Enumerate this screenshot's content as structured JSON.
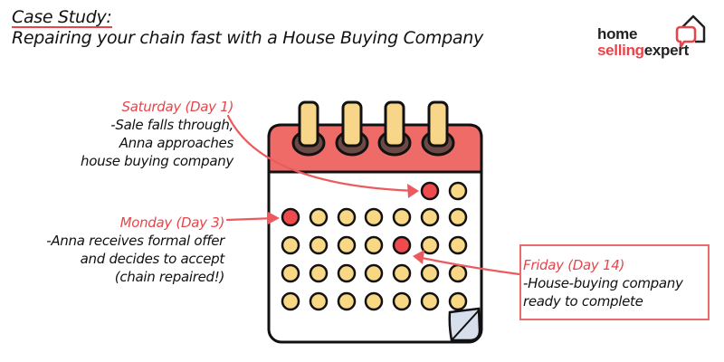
{
  "title": {
    "line1": "Case Study:",
    "line2": "Repairing your chain fast with a House Buying Company"
  },
  "logo": {
    "word1": "home",
    "word2_red": "selling",
    "word2_dark": "expert",
    "icon": "house-speech-bubble-icon"
  },
  "notes": [
    {
      "heading": "Saturday (Day 1)",
      "lines": [
        "-Sale falls through,",
        "Anna approaches",
        "house buying company"
      ]
    },
    {
      "heading": "Monday (Day 3)",
      "lines": [
        "-Anna receives formal offer",
        "and decides to accept",
        "(chain repaired!)"
      ]
    },
    {
      "heading": "Friday (Day 14)",
      "lines": [
        "-House-buying company",
        "ready to complete"
      ]
    }
  ],
  "calendar": {
    "rows": 5,
    "columns": 7,
    "first_row_start_column": 5,
    "highlighted_days": [
      {
        "row": 0,
        "col": 5,
        "label": "Saturday (Day 1)"
      },
      {
        "row": 1,
        "col": 0,
        "label": "Monday (Day 3)"
      },
      {
        "row": 2,
        "col": 4,
        "label": "Friday (Day 14)"
      }
    ],
    "colors": {
      "header": "#ee6b67",
      "ring": "#f7d68a",
      "ring_base": "#6b4a45",
      "dot": "#f8d785",
      "dot_highlight": "#ef4b4f",
      "outline": "#111111",
      "page_curl": "#d7deec"
    }
  },
  "colors": {
    "accent": "#e8454a",
    "text": "#111111"
  }
}
